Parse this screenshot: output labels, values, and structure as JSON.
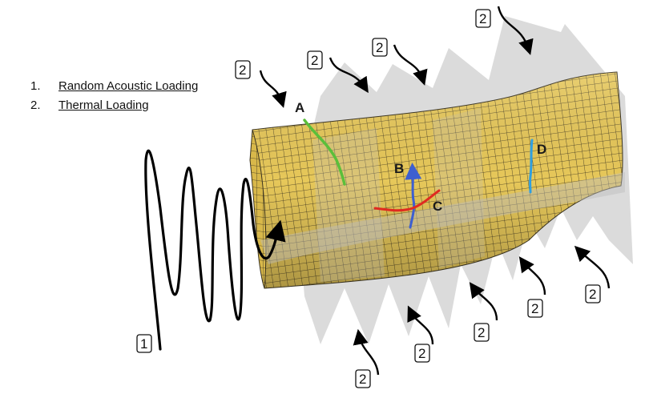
{
  "legend": [
    {
      "number": "1.",
      "text": "Random Acoustic Loading"
    },
    {
      "number": "2.",
      "text": "Thermal Loading"
    }
  ],
  "load_tags": [
    "1",
    "2"
  ],
  "measurement_points": [
    {
      "label": "A",
      "color": "#5bbf3a"
    },
    {
      "label": "B",
      "color": "#3d5fd0"
    },
    {
      "label": "C",
      "color": "#e02b20"
    },
    {
      "label": "D",
      "color": "#2f9fe0"
    }
  ],
  "colors": {
    "mesh_fill": "#e7c85a",
    "mesh_line": "#3a3320",
    "shadow": "#c4c4c4",
    "arrow": "#000000"
  }
}
